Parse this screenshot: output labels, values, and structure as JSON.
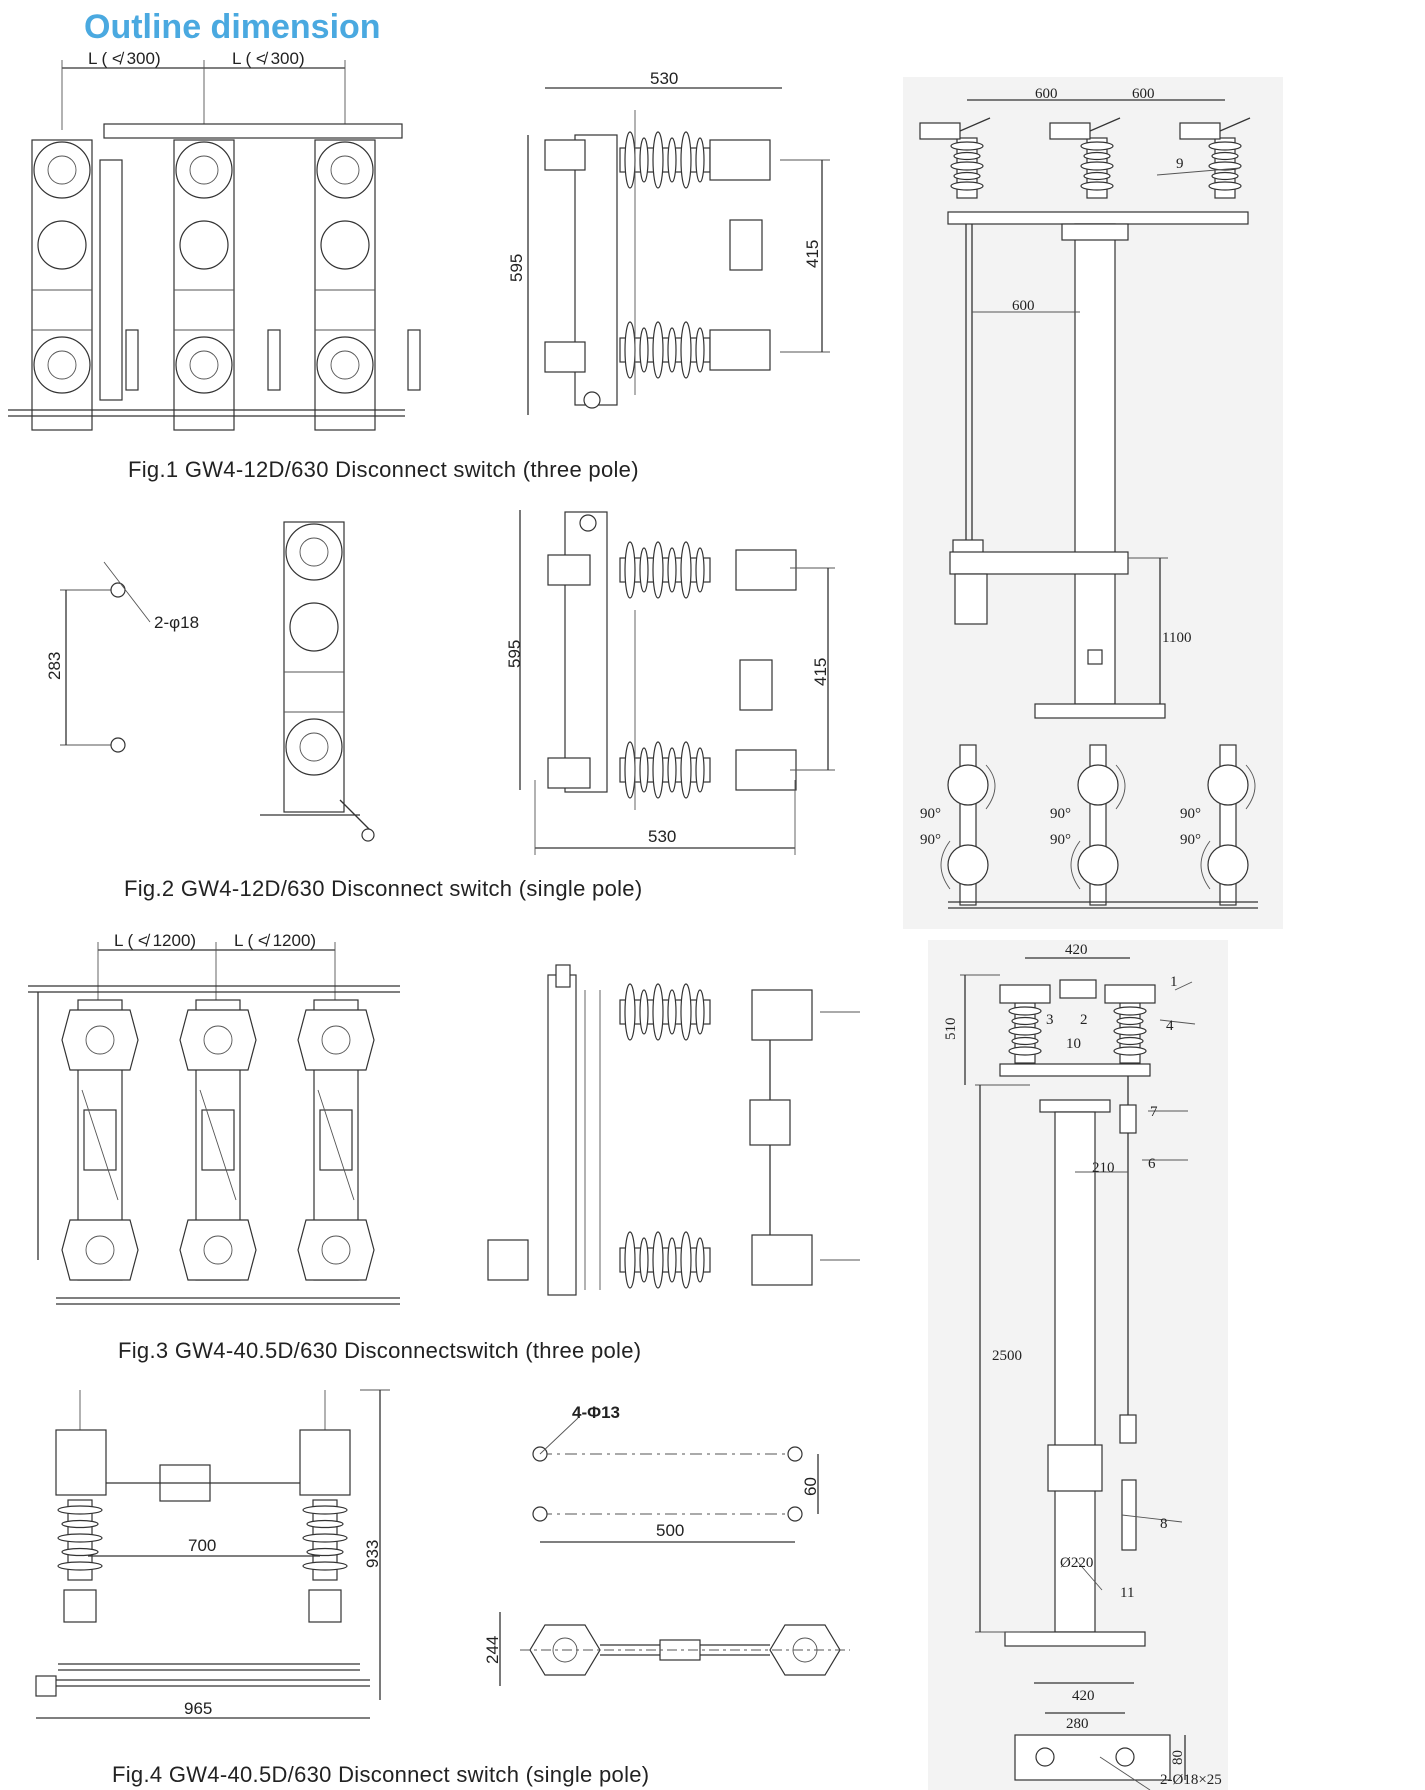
{
  "title": "Outline dimension",
  "colors": {
    "title": "#4aa9e0",
    "panel": "#f3f3f3",
    "line": "#333333"
  },
  "fig1": {
    "caption": "Fig.1  GW4-12D/630 Disconnect switch (three pole)",
    "dim_l1": "L ( ≮ 300)",
    "dim_l2": "L ( ≮ 300)",
    "dim_w": "530",
    "dim_h": "595",
    "dim_h2": "415"
  },
  "fig2": {
    "caption": "Fig.2  GW4-12D/630 Disconnect switch (single pole)",
    "dim_283": "283",
    "dim_hole": "2-φ18",
    "dim_h": "595",
    "dim_h2": "415",
    "dim_w": "530"
  },
  "fig3": {
    "caption": "Fig.3  GW4-40.5D/630 Disconnectswitch (three pole)",
    "dim_l1": "L ( ≮ 1200)",
    "dim_l2": "L ( ≮ 1200)"
  },
  "fig4": {
    "caption": "Fig.4  GW4-40.5D/630 Disconnect switch (single pole)",
    "dim_700": "700",
    "dim_965": "965",
    "dim_933": "933",
    "dim_hole": "4-Φ13",
    "dim_60": "60",
    "dim_500": "500",
    "dim_244": "244"
  },
  "right_top": {
    "dim_600a": "600",
    "dim_600b": "600",
    "dim_600c": "600",
    "dim_1100": "1100",
    "label_9": "9",
    "angles": [
      "90°",
      "90°",
      "90°",
      "90°",
      "90°",
      "90°"
    ]
  },
  "right_bottom": {
    "dim_420": "420",
    "dim_510": "510",
    "dim_210": "210",
    "dim_2500": "2500",
    "dim_phi220": "Ø220",
    "dim_420b": "420",
    "dim_280": "280",
    "dim_80": "80",
    "dim_holes": "2-Ø18×25",
    "labels": [
      "1",
      "2",
      "3",
      "4",
      "10",
      "7",
      "6",
      "8",
      "11"
    ]
  }
}
